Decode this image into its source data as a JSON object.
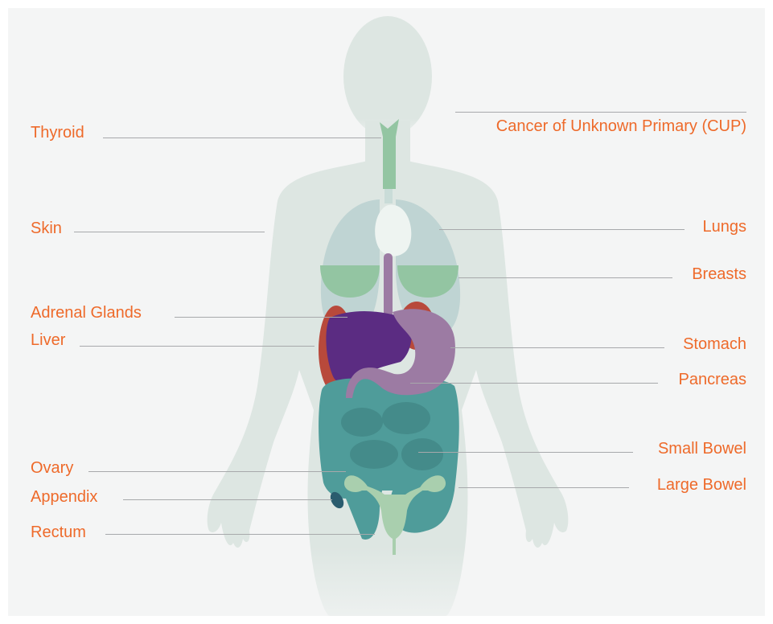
{
  "colors": {
    "background": "#f4f5f5",
    "body": "#dde6e2",
    "label": "#ee6a2a",
    "leader_line": "#a7a9ab",
    "lungs": "#bfd4d3",
    "breasts": "#93c5a2",
    "thyroid": "#93c5a2",
    "heart": "#eef4f1",
    "liver": "#5b2c82",
    "adrenal": "#b8493b",
    "stomach": "#9c7ba3",
    "bowel": "#4f9c9a",
    "ovary": "#a9cfae",
    "appendix": "#2a5c6e"
  },
  "labels_left": {
    "thyroid": "Thyroid",
    "skin": "Skin",
    "adrenal_glands": "Adrenal Glands",
    "liver": "Liver",
    "ovary": "Ovary",
    "appendix": "Appendix",
    "rectum": "Rectum"
  },
  "labels_right": {
    "cup": "Cancer of Unknown Primary (CUP)",
    "lungs": "Lungs",
    "breasts": "Breasts",
    "stomach": "Stomach",
    "pancreas": "Pancreas",
    "small_bowel": "Small Bowel",
    "large_bowel": "Large Bowel"
  }
}
